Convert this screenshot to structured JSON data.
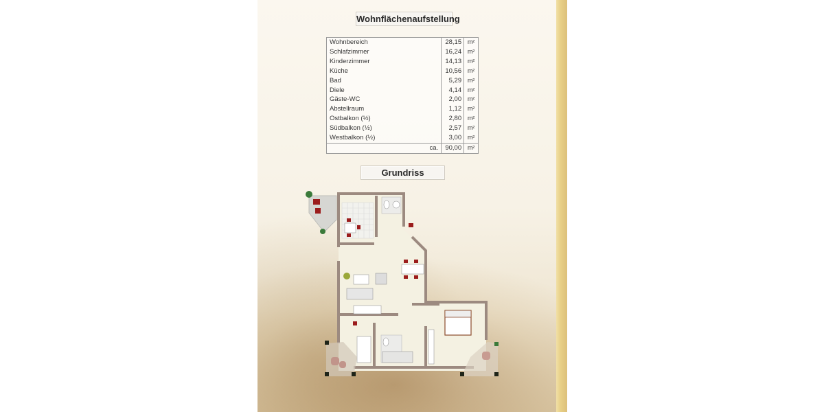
{
  "document": {
    "summary_title": "Wohnflächenaufstellung",
    "plan_title": "Grundriss"
  },
  "areas": {
    "rows": [
      {
        "room": "Wohnbereich",
        "value": "28,15",
        "unit": "m²"
      },
      {
        "room": "Schlafzimmer",
        "value": "16,24",
        "unit": "m²"
      },
      {
        "room": "Kinderzimmer",
        "value": "14,13",
        "unit": "m²"
      },
      {
        "room": "Küche",
        "value": "10,56",
        "unit": "m²"
      },
      {
        "room": "Bad",
        "value": "5,29",
        "unit": "m²"
      },
      {
        "room": "Diele",
        "value": "4,14",
        "unit": "m²"
      },
      {
        "room": "Gäste-WC",
        "value": "2,00",
        "unit": "m²"
      },
      {
        "room": "Abstellraum",
        "value": "1,12",
        "unit": "m²"
      },
      {
        "room": "Ostbalkon (½)",
        "value": "2,80",
        "unit": "m²"
      },
      {
        "room": "Südbalkon (½)",
        "value": "2,57",
        "unit": "m²"
      },
      {
        "room": "Westbalkon (½)",
        "value": "3,00",
        "unit": "m²"
      }
    ],
    "total": {
      "prefix": "ca.",
      "value": "90,00",
      "unit": "m²"
    }
  },
  "colors": {
    "wall": "#9c8a80",
    "chair": "#9b1c1c",
    "plant": "#4a6a2a",
    "tile": "#c8c8c8"
  }
}
